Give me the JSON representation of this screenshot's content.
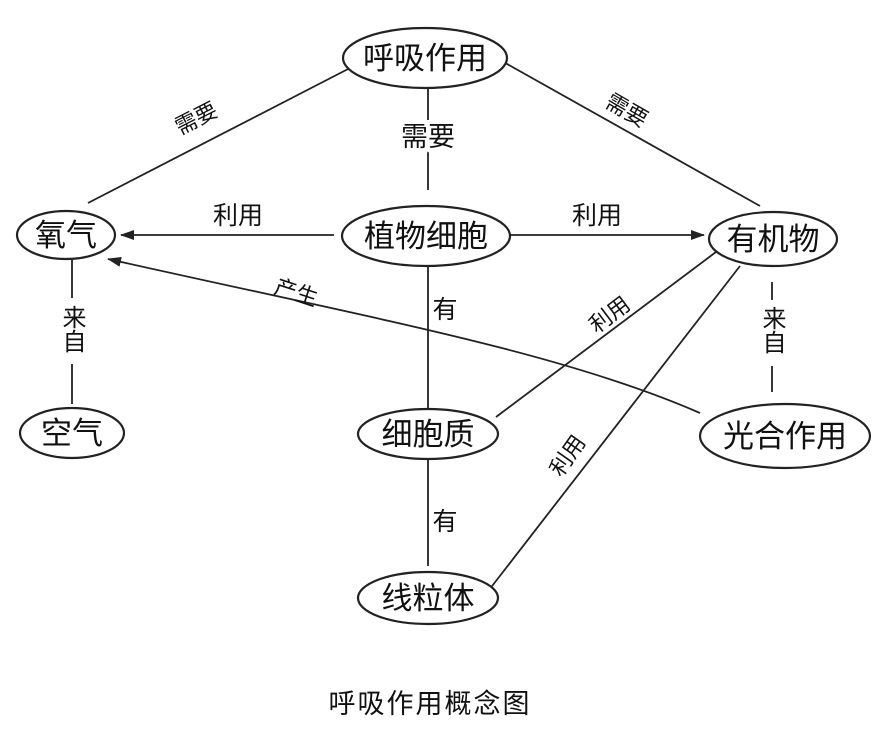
{
  "diagram": {
    "caption": "呼吸作用概念图",
    "nodes": {
      "respiration": "呼吸作用",
      "plant_cell": "植物细胞",
      "oxygen": "氧气",
      "organic_matter": "有机物",
      "air": "空气",
      "cytoplasm": "细胞质",
      "photosynthesis": "光合作用",
      "mitochondria": "线粒体"
    },
    "edges": {
      "oxygen_respiration": "需要",
      "cell_respiration": "需要",
      "organic_respiration": "需要",
      "cell_oxygen": "利用",
      "cell_organic": "利用",
      "air_oxygen": "来自",
      "photosynthesis_oxygen": "产生",
      "cell_cytoplasm": "有",
      "cytoplasm_organic": "利用",
      "mitochondria_organic": "利用",
      "photosynthesis_organic": "来自",
      "cytoplasm_mitochondria": "有"
    }
  }
}
